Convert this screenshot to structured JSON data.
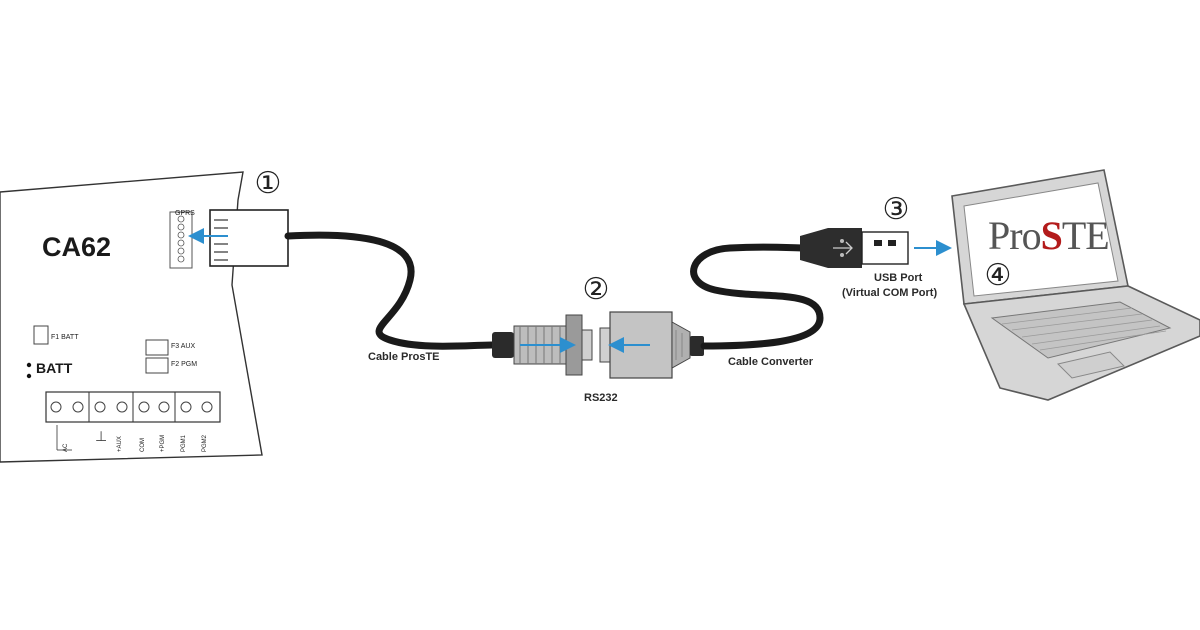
{
  "panel": {
    "title": "CA62",
    "gprs_label": "GPRS",
    "f1_label": "F1 BATT",
    "batt_label": "BATT",
    "f3_label": "F3 AUX",
    "f2_label": "F2 PGM",
    "terminal_labels": [
      "AC",
      "⊥",
      "+AUX",
      "COM",
      "+PGM",
      "PGM1",
      "PGM2"
    ]
  },
  "steps": [
    "①",
    "②",
    "③",
    "④"
  ],
  "labels": {
    "cable_proste": "Cable ProsTE",
    "rs232": "RS232",
    "cable_converter": "Cable Converter",
    "usb_port": "USB Port",
    "virtual_com": "(Virtual COM Port)"
  },
  "laptop": {
    "logo_prefix": "Pro",
    "logo_accent": "S",
    "logo_suffix": "TE"
  },
  "colors": {
    "arrow": "#2c8fcf",
    "logo_accent": "#b31b1b",
    "cable": "#1a1a1a",
    "laptop_body": "#d6d6d6"
  }
}
